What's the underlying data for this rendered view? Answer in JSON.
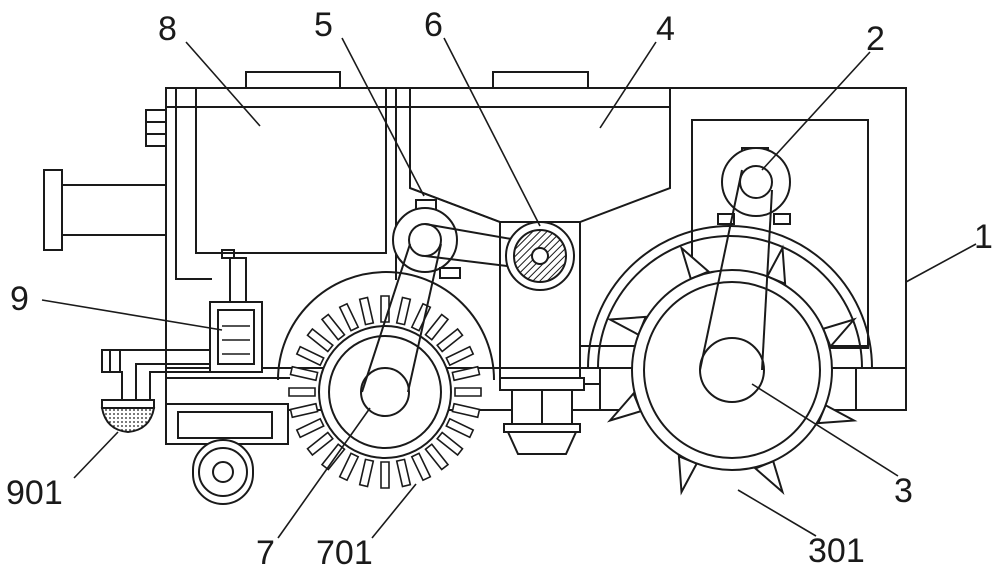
{
  "diagram": {
    "labels": {
      "l1": "1",
      "l2": "2",
      "l3": "3",
      "l4": "4",
      "l5": "5",
      "l6": "6",
      "l7": "7",
      "l8": "8",
      "l9": "9",
      "l301": "301",
      "l701": "701",
      "l901": "901"
    },
    "colors": {
      "line": "#1a1a1a",
      "background": "#ffffff"
    }
  }
}
